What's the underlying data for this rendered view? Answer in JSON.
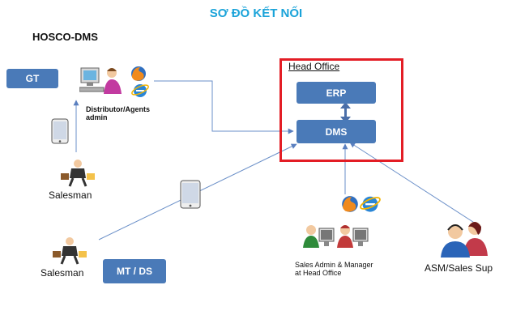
{
  "title": "SƠ ĐỒ KẾT NỐI",
  "subtitle": "HOSCO-DMS",
  "head_office": {
    "label": "Head Office",
    "erp": "ERP",
    "dms": "DMS"
  },
  "nodes": {
    "gt": "GT",
    "mt_ds": "MT / DS",
    "distributor_line1": "Distributor/Agents",
    "distributor_line2": "admin",
    "salesman_top": "Salesman",
    "salesman_bottom": "Salesman",
    "sales_admin_line1": "Sales Admin & Manager",
    "sales_admin_line2": "at Head Office",
    "asm": "ASM/Sales Sup"
  },
  "colors": {
    "title": "#1aa3d9",
    "box": "#4a7ab8",
    "head_office_border": "#e31d25",
    "connector": "#6a8fc8"
  }
}
